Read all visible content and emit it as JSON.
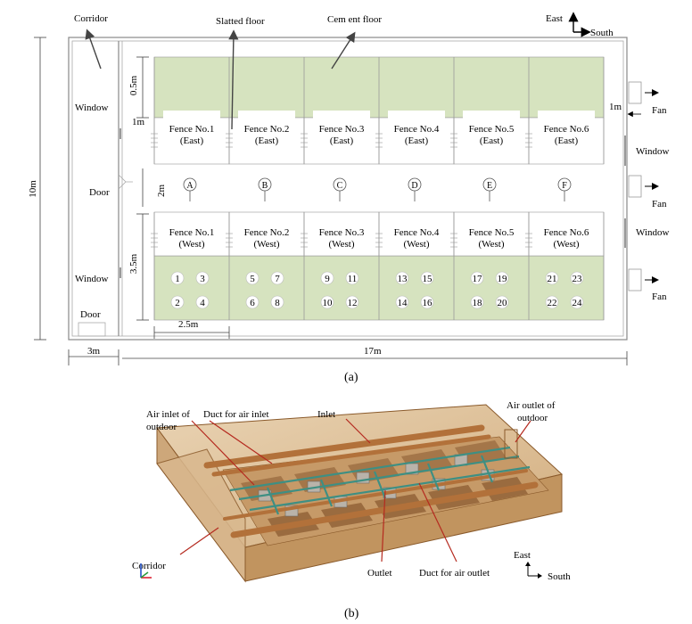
{
  "plan": {
    "compass": {
      "east": "East",
      "south": "South"
    },
    "labels": {
      "corridor": "Corridor",
      "slatted_floor": "Slatted floor",
      "cement_floor": "Cem ent floor",
      "window_left_top": "Window",
      "window_left_bottom": "Window",
      "door_mid": "Door",
      "door_bottom": "Door",
      "window_right_top": "Window",
      "window_right_bottom": "Window",
      "fan_top": "Fan",
      "fan_mid": "Fan",
      "fan_bottom": "Fan"
    },
    "dimensions": {
      "total_height": "10m",
      "top_gap": "0.5m",
      "east_depth": "1m",
      "right_gap": "1m",
      "aisle": "2m",
      "west_depth": "3.5m",
      "fence_width": "2.5m",
      "corridor_width": "3m",
      "total_length": "17m"
    },
    "east_fences": [
      {
        "line1": "Fence No.1",
        "line2": "(East)"
      },
      {
        "line1": "Fence No.2",
        "line2": "(East)"
      },
      {
        "line1": "Fence No.3",
        "line2": "(East)"
      },
      {
        "line1": "Fence No.4",
        "line2": "(East)"
      },
      {
        "line1": "Fence No.5",
        "line2": "(East)"
      },
      {
        "line1": "Fence No.6",
        "line2": "(East)"
      }
    ],
    "west_fences": [
      {
        "line1": "Fence No.1",
        "line2": "(West)"
      },
      {
        "line1": "Fence No.2",
        "line2": "(West)"
      },
      {
        "line1": "Fence No.3",
        "line2": "(West)"
      },
      {
        "line1": "Fence No.4",
        "line2": "(West)"
      },
      {
        "line1": "Fence No.5",
        "line2": "(West)"
      },
      {
        "line1": "Fence No.6",
        "line2": "(West)"
      }
    ],
    "aisle_points": [
      "A",
      "B",
      "C",
      "D",
      "E",
      "F"
    ],
    "pigs": [
      [
        "1",
        "3",
        "2",
        "4"
      ],
      [
        "5",
        "7",
        "6",
        "8"
      ],
      [
        "9",
        "11",
        "10",
        "12"
      ],
      [
        "13",
        "15",
        "14",
        "16"
      ],
      [
        "17",
        "19",
        "18",
        "20"
      ],
      [
        "21",
        "23",
        "22",
        "24"
      ]
    ],
    "caption": "(a)"
  },
  "model": {
    "labels": {
      "air_inlet": "Air inlet of outdoor",
      "duct_inlet": "Duct for air inlet",
      "inlet": "Inlet",
      "air_outlet": "Air outlet of outdoor",
      "corridor": "Corridor",
      "outlet": "Outlet",
      "duct_outlet": "Duct for air outlet",
      "east": "East",
      "south": "South"
    },
    "colors": {
      "shell": "#d9b88e",
      "shell_edge": "#8a5a2b",
      "duct_brown": "#b2713a",
      "duct_green": "#3e8f83",
      "pointer": "#b52a1f"
    },
    "caption": "(b)"
  }
}
